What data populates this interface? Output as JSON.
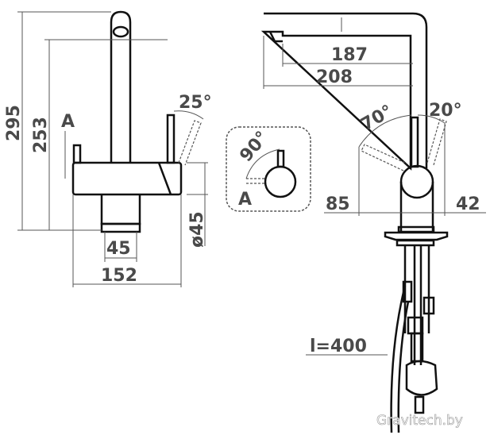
{
  "front_view": {
    "height_total": "295",
    "height_lever": "253",
    "lever_angle": "25°",
    "view_marker": "A",
    "base_diameter": "ø45",
    "base_width": "45",
    "total_width": "152"
  },
  "detail_view": {
    "rotation_angle": "90°",
    "view_marker": "A"
  },
  "side_view": {
    "spout_reach_inner": "187",
    "spout_reach_outer": "208",
    "lever_angle_back": "70°",
    "lever_angle_front": "20°",
    "lever_sweep_back": "85",
    "lever_sweep_front": "42",
    "hose_length": "l=400"
  },
  "watermark": "Gravitech.by"
}
